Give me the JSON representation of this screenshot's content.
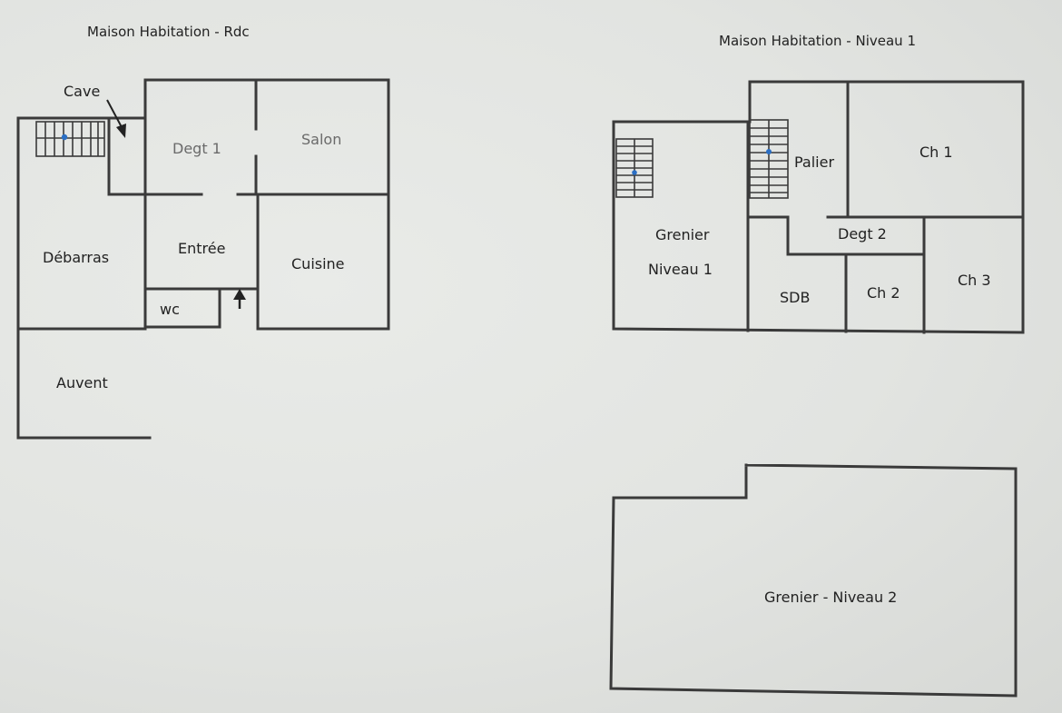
{
  "plans": {
    "rdc": {
      "title": "Maison Habitation - Rdc",
      "rooms": {
        "cave": "Cave",
        "degt1": "Degt 1",
        "salon": "Salon",
        "debarras": "Débarras",
        "entree": "Entrée",
        "cuisine": "Cuisine",
        "wc": "wc",
        "auvent": "Auvent"
      }
    },
    "niveau1": {
      "title": "Maison Habitation - Niveau 1",
      "rooms": {
        "palier": "Palier",
        "ch1": "Ch 1",
        "grenier_n1_line1": "Grenier",
        "grenier_n1_line2": "Niveau 1",
        "degt2": "Degt 2",
        "sdb": "SDB",
        "ch2": "Ch 2",
        "ch3": "Ch 3"
      }
    },
    "niveau2": {
      "rooms": {
        "grenier_n2": "Grenier - Niveau 2"
      }
    }
  },
  "colors": {
    "wall": "#3a3a3a",
    "stair_marker": "#2b6fc4"
  }
}
